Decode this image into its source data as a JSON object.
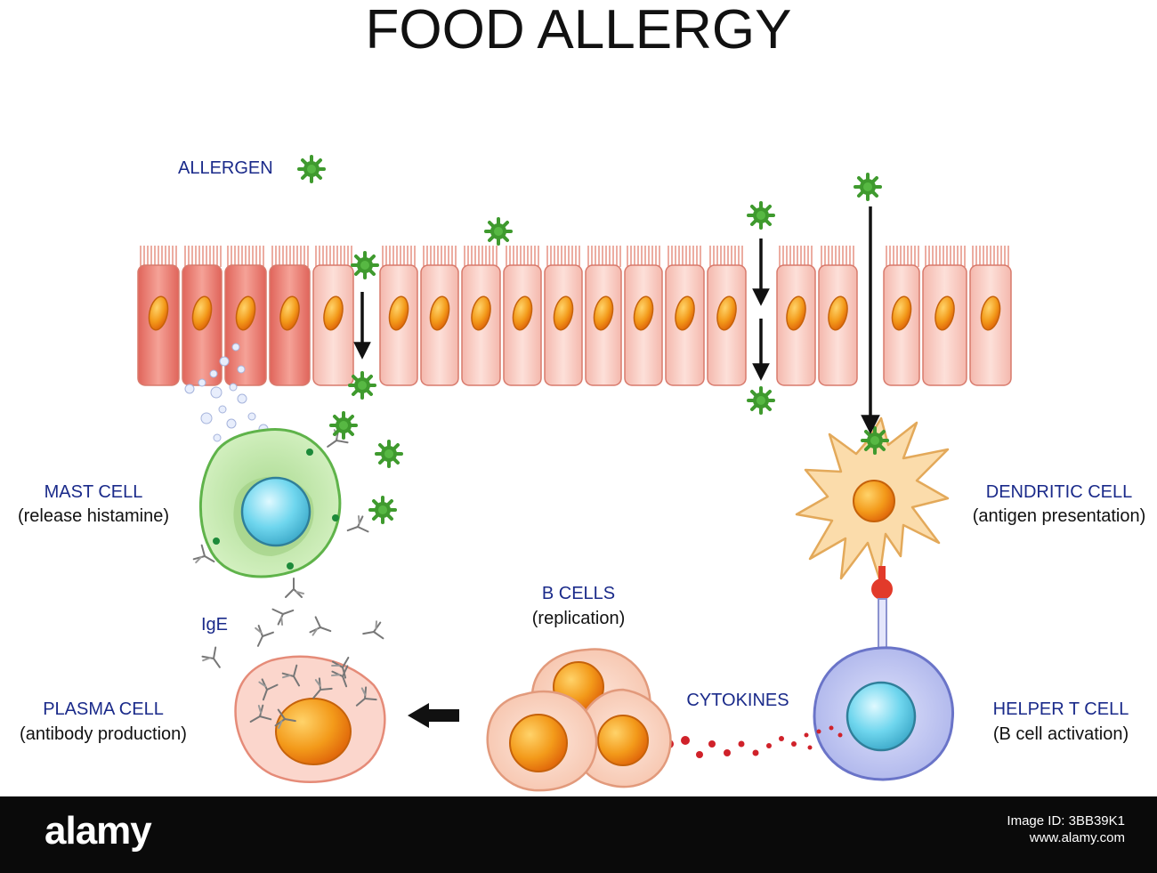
{
  "title": "FOOD ALLERGY",
  "labels": {
    "allergen": "ALLERGEN",
    "mast_cell": "MAST CELL",
    "mast_cell_sub": "(release histamine)",
    "dendritic_cell": "DENDRITIC CELL",
    "dendritic_cell_sub": "(antigen presentation)",
    "b_cells": "B CELLS",
    "b_cells_sub": "(replication)",
    "ige": "IgE",
    "cytokines": "CYTOKINES",
    "plasma_cell": "PLASMA CELL",
    "plasma_cell_sub": "(antibody production)",
    "helper_t_cell": "HELPER T CELL",
    "helper_t_cell_sub": "(B cell activation)"
  },
  "footer": {
    "brand": "alamy",
    "code_line1": "Image ID: 3BB39K1",
    "code_line2": "www.alamy.com"
  },
  "colors": {
    "title": "#111111",
    "label": "#1a2a8a",
    "epithelium": "#f7c9c0",
    "inflamed": "#ef8a80",
    "allergen": "#3f9a2e",
    "nucleus": "#f39a1a",
    "mast_cell": "#cdeeb8",
    "t_cell": "#b9bff0",
    "cytokine": "#d0222a",
    "footer_bg": "#0a0a0a"
  },
  "icons": [
    "allergen-virus-icon",
    "antibody-icon",
    "arrow-down-icon",
    "arrow-left-icon"
  ]
}
